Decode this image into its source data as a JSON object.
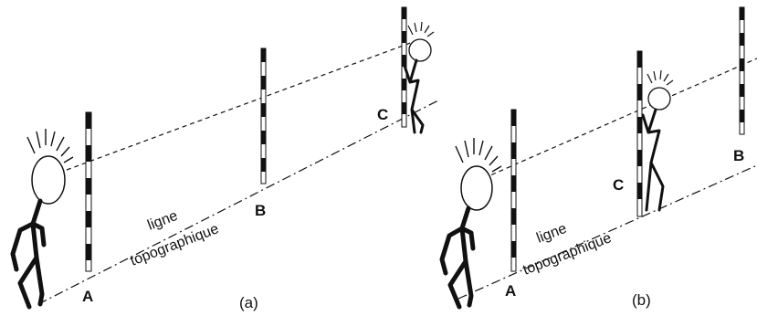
{
  "panels": [
    {
      "caption": "(a)",
      "points": {
        "a": "A",
        "b": "B",
        "c": "C"
      },
      "line_label": {
        "line1": "ligne",
        "line2": "topographique"
      }
    },
    {
      "caption": "(b)",
      "points": {
        "a": "A",
        "b": "B",
        "c": "C"
      },
      "line_label": {
        "line1": "ligne",
        "line2": "topographique"
      }
    }
  ]
}
